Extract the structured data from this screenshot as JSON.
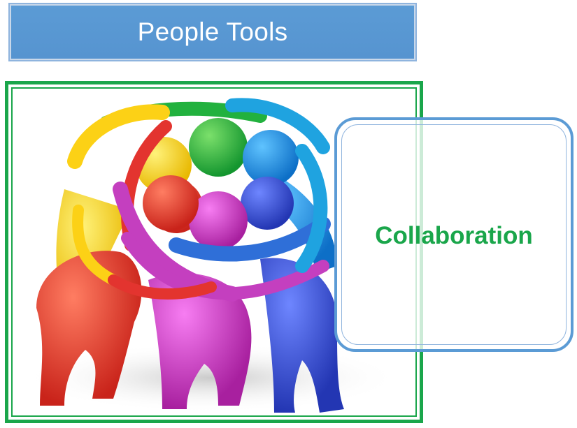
{
  "title": "People Tools",
  "image": {
    "icon": "people-circle-collaboration-illustration",
    "colors": [
      "#1aa64b",
      "#fcd116",
      "#e3342f",
      "#c43fbf",
      "#2f6fd8",
      "#1fa3e0"
    ]
  },
  "callout": {
    "label": "Collaboration"
  },
  "colors": {
    "banner": "#5b9bd5",
    "frame": "#1aa64b",
    "callout_border": "#5b9bd5",
    "callout_text": "#1aa64b"
  }
}
